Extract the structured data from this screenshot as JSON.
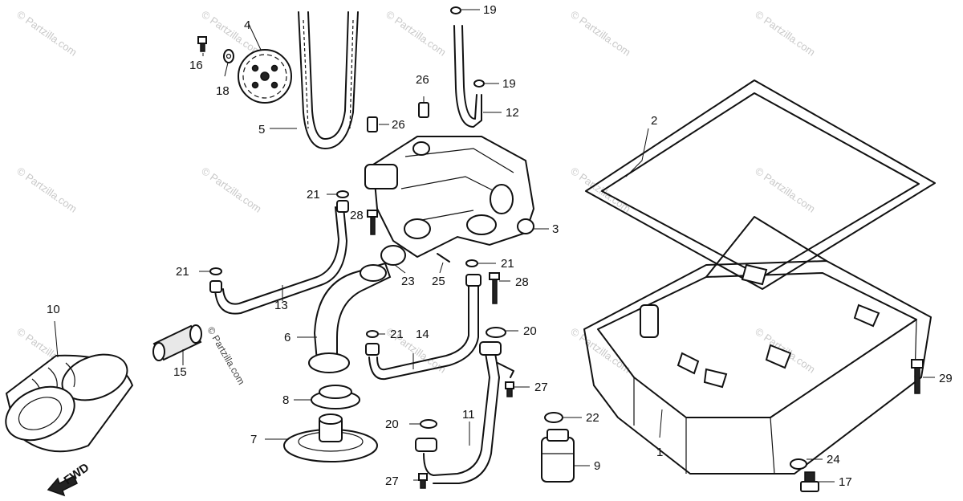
{
  "diagram": {
    "orientation_label": "FWD",
    "watermark_text": "© Partzilla.com",
    "callouts": {
      "c1": "1",
      "c2": "2",
      "c3": "3",
      "c4": "4",
      "c5": "5",
      "c6": "6",
      "c7": "7",
      "c8": "8",
      "c9": "9",
      "c10": "10",
      "c11": "11",
      "c12": "12",
      "c13": "13",
      "c14": "14",
      "c15": "15",
      "c16": "16",
      "c17": "17",
      "c18": "18",
      "c19a": "19",
      "c19b": "19",
      "c20a": "20",
      "c20b": "20",
      "c21a": "21",
      "c21b": "21",
      "c21c": "21",
      "c21d": "21",
      "c22": "22",
      "c23": "23",
      "c24": "24",
      "c25": "25",
      "c26a": "26",
      "c26b": "26",
      "c27a": "27",
      "c27b": "27",
      "c28a": "28",
      "c28b": "28",
      "c29": "29"
    }
  }
}
